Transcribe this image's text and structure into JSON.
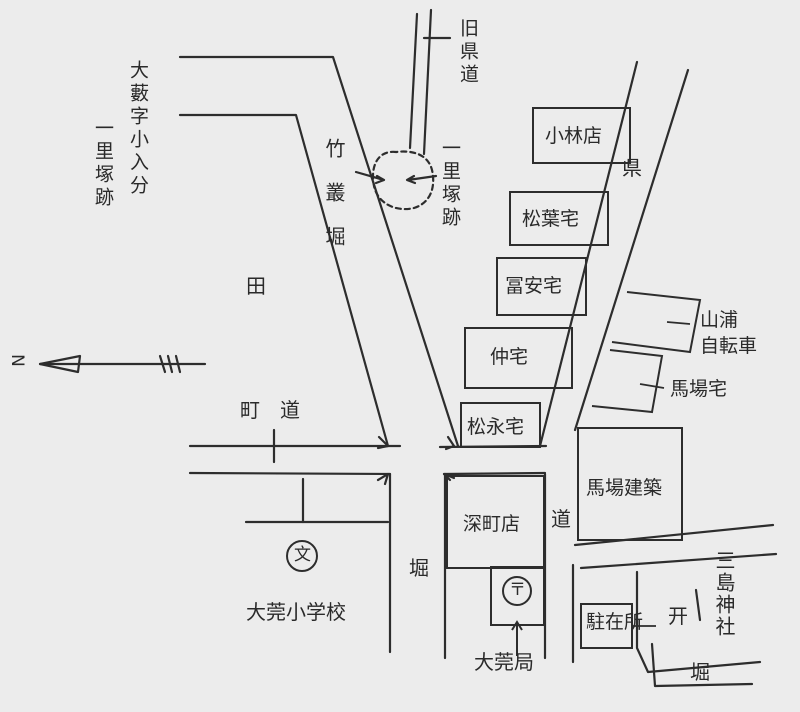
{
  "legend": {
    "compass": "N"
  },
  "labels": {
    "old_road": "旧県道",
    "oaza_koiri": "大藪字小入分",
    "ichiri_left": "一里塚跡",
    "ichiri_right": "一里塚跡",
    "chikusou_bori": "竹叢堀",
    "ken": "県",
    "dou": "道",
    "ta": "田",
    "machi_dou": "町　道",
    "bori_lower": "堀",
    "bori_shrine": "堀",
    "mishima_shrine": "三島神社",
    "torii_symbol": "开",
    "school_symbol": "文",
    "post_symbol": "〒",
    "school": "大莞小学校",
    "post_office": "大莞局"
  },
  "buildings": {
    "kobayashi": "小林店",
    "matsuba": "松葉宅",
    "tomiyasu": "冨安宅",
    "naka": "仲宅",
    "matsunaga": "松永宅",
    "yamaura_line1": "山浦",
    "yamaura_line2": "自転車",
    "baba_house": "馬場宅",
    "baba_kenchiku": "馬場建築",
    "fukamachi": "深町店",
    "chuzaisho": "駐在所"
  }
}
